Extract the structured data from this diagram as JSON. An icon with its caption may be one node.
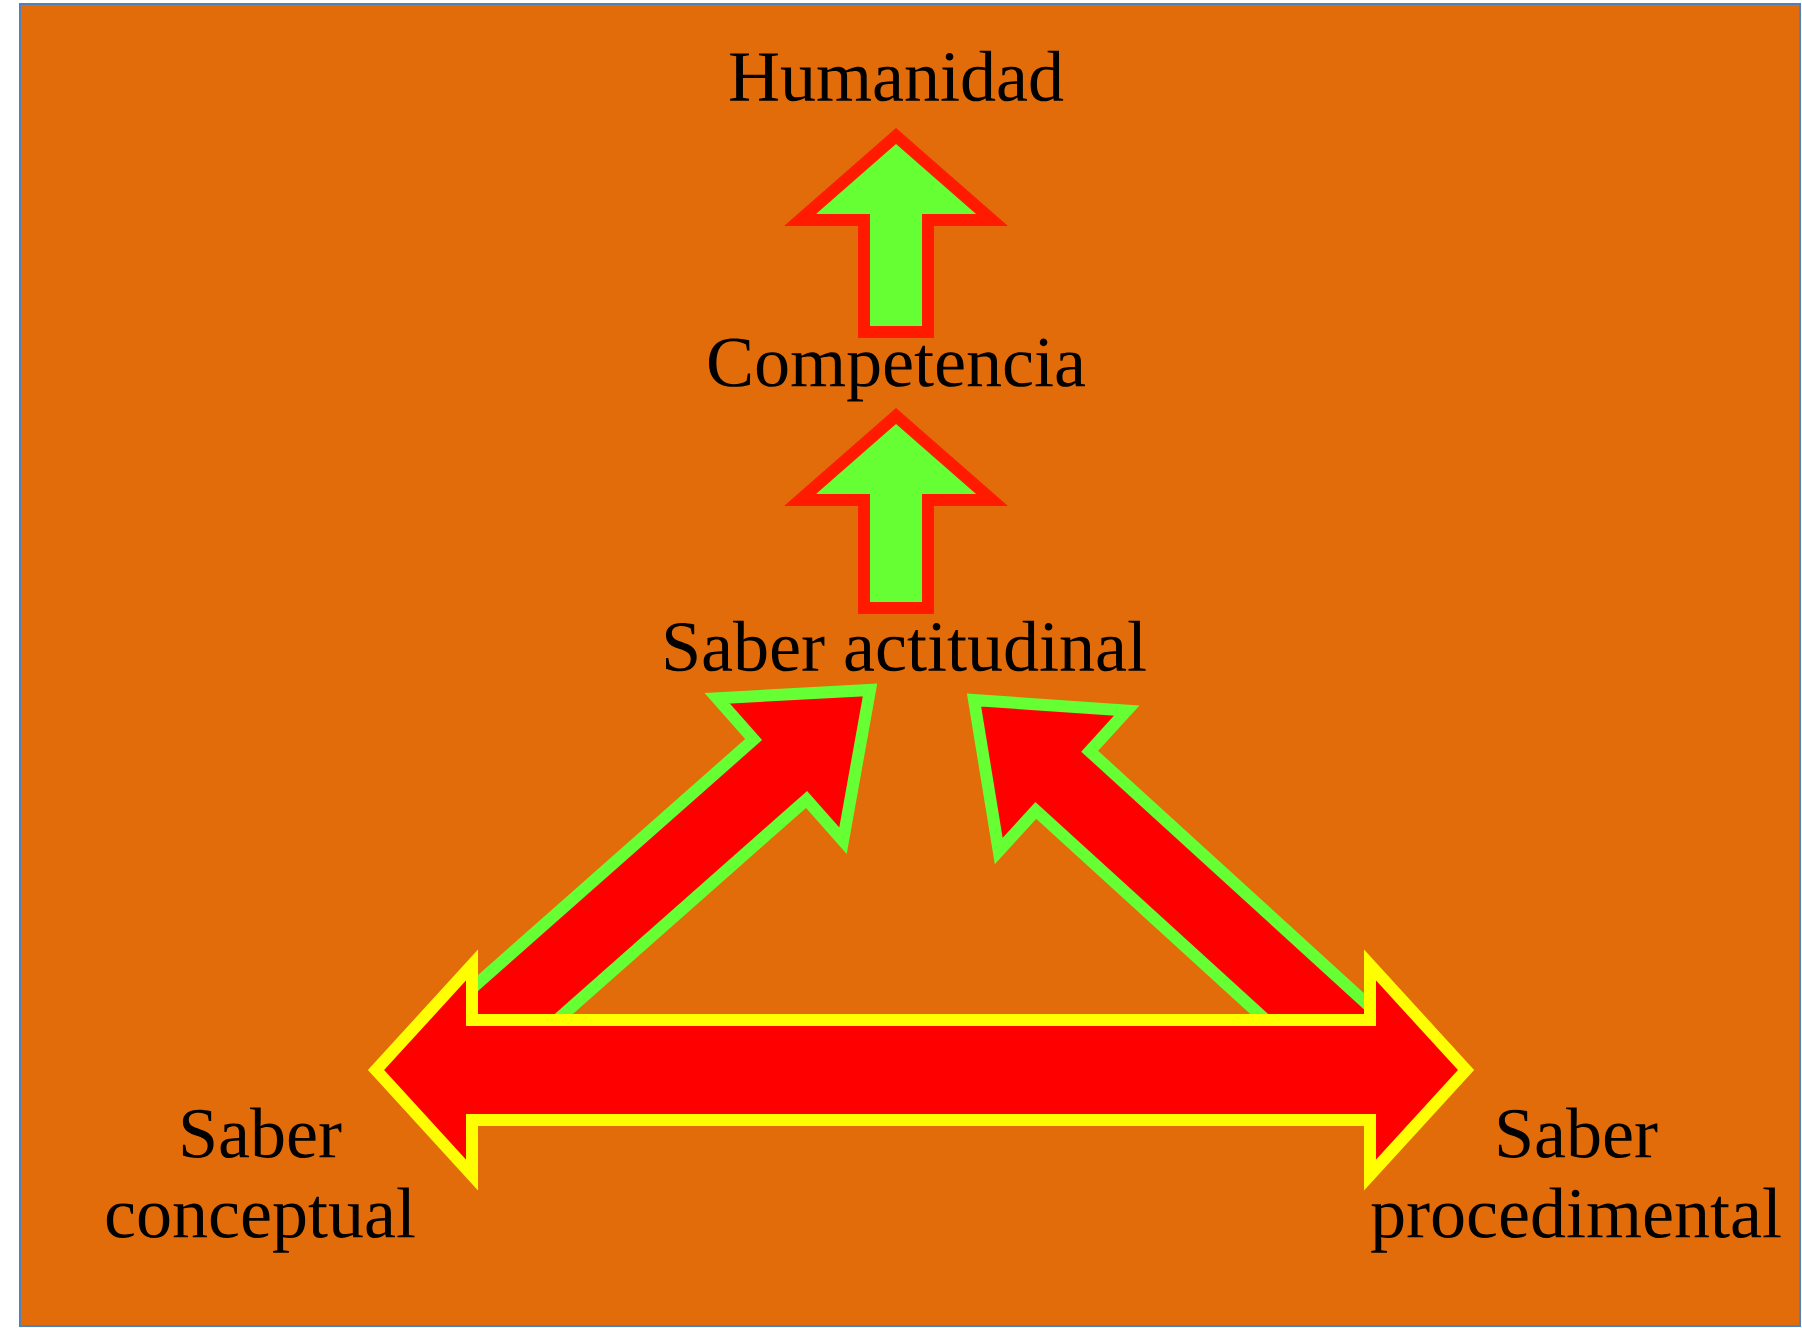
{
  "diagram": {
    "nodes": [
      {
        "text": [
          "Humanidad"
        ]
      },
      {
        "text": [
          "Competencia"
        ]
      },
      {
        "text": [
          "Saber actitudinal"
        ]
      },
      {
        "text": [
          "Saber conceptual"
        ]
      },
      {
        "text": [
          "Saber procedimental"
        ]
      }
    ],
    "edges": [
      {
        "from": 1,
        "to": 0,
        "arrow": "to",
        "color": "#66ff33"
      },
      {
        "from": 2,
        "to": 1,
        "arrow": "to",
        "color": "#66ff33"
      },
      {
        "from": 3,
        "to": 2,
        "arrow": "to",
        "color": "#ff0000"
      },
      {
        "from": 4,
        "to": 2,
        "arrow": "to",
        "color": "#ff0000"
      },
      {
        "from": 3,
        "to": 4,
        "arrow": "both",
        "color": "#ff0000"
      }
    ]
  }
}
